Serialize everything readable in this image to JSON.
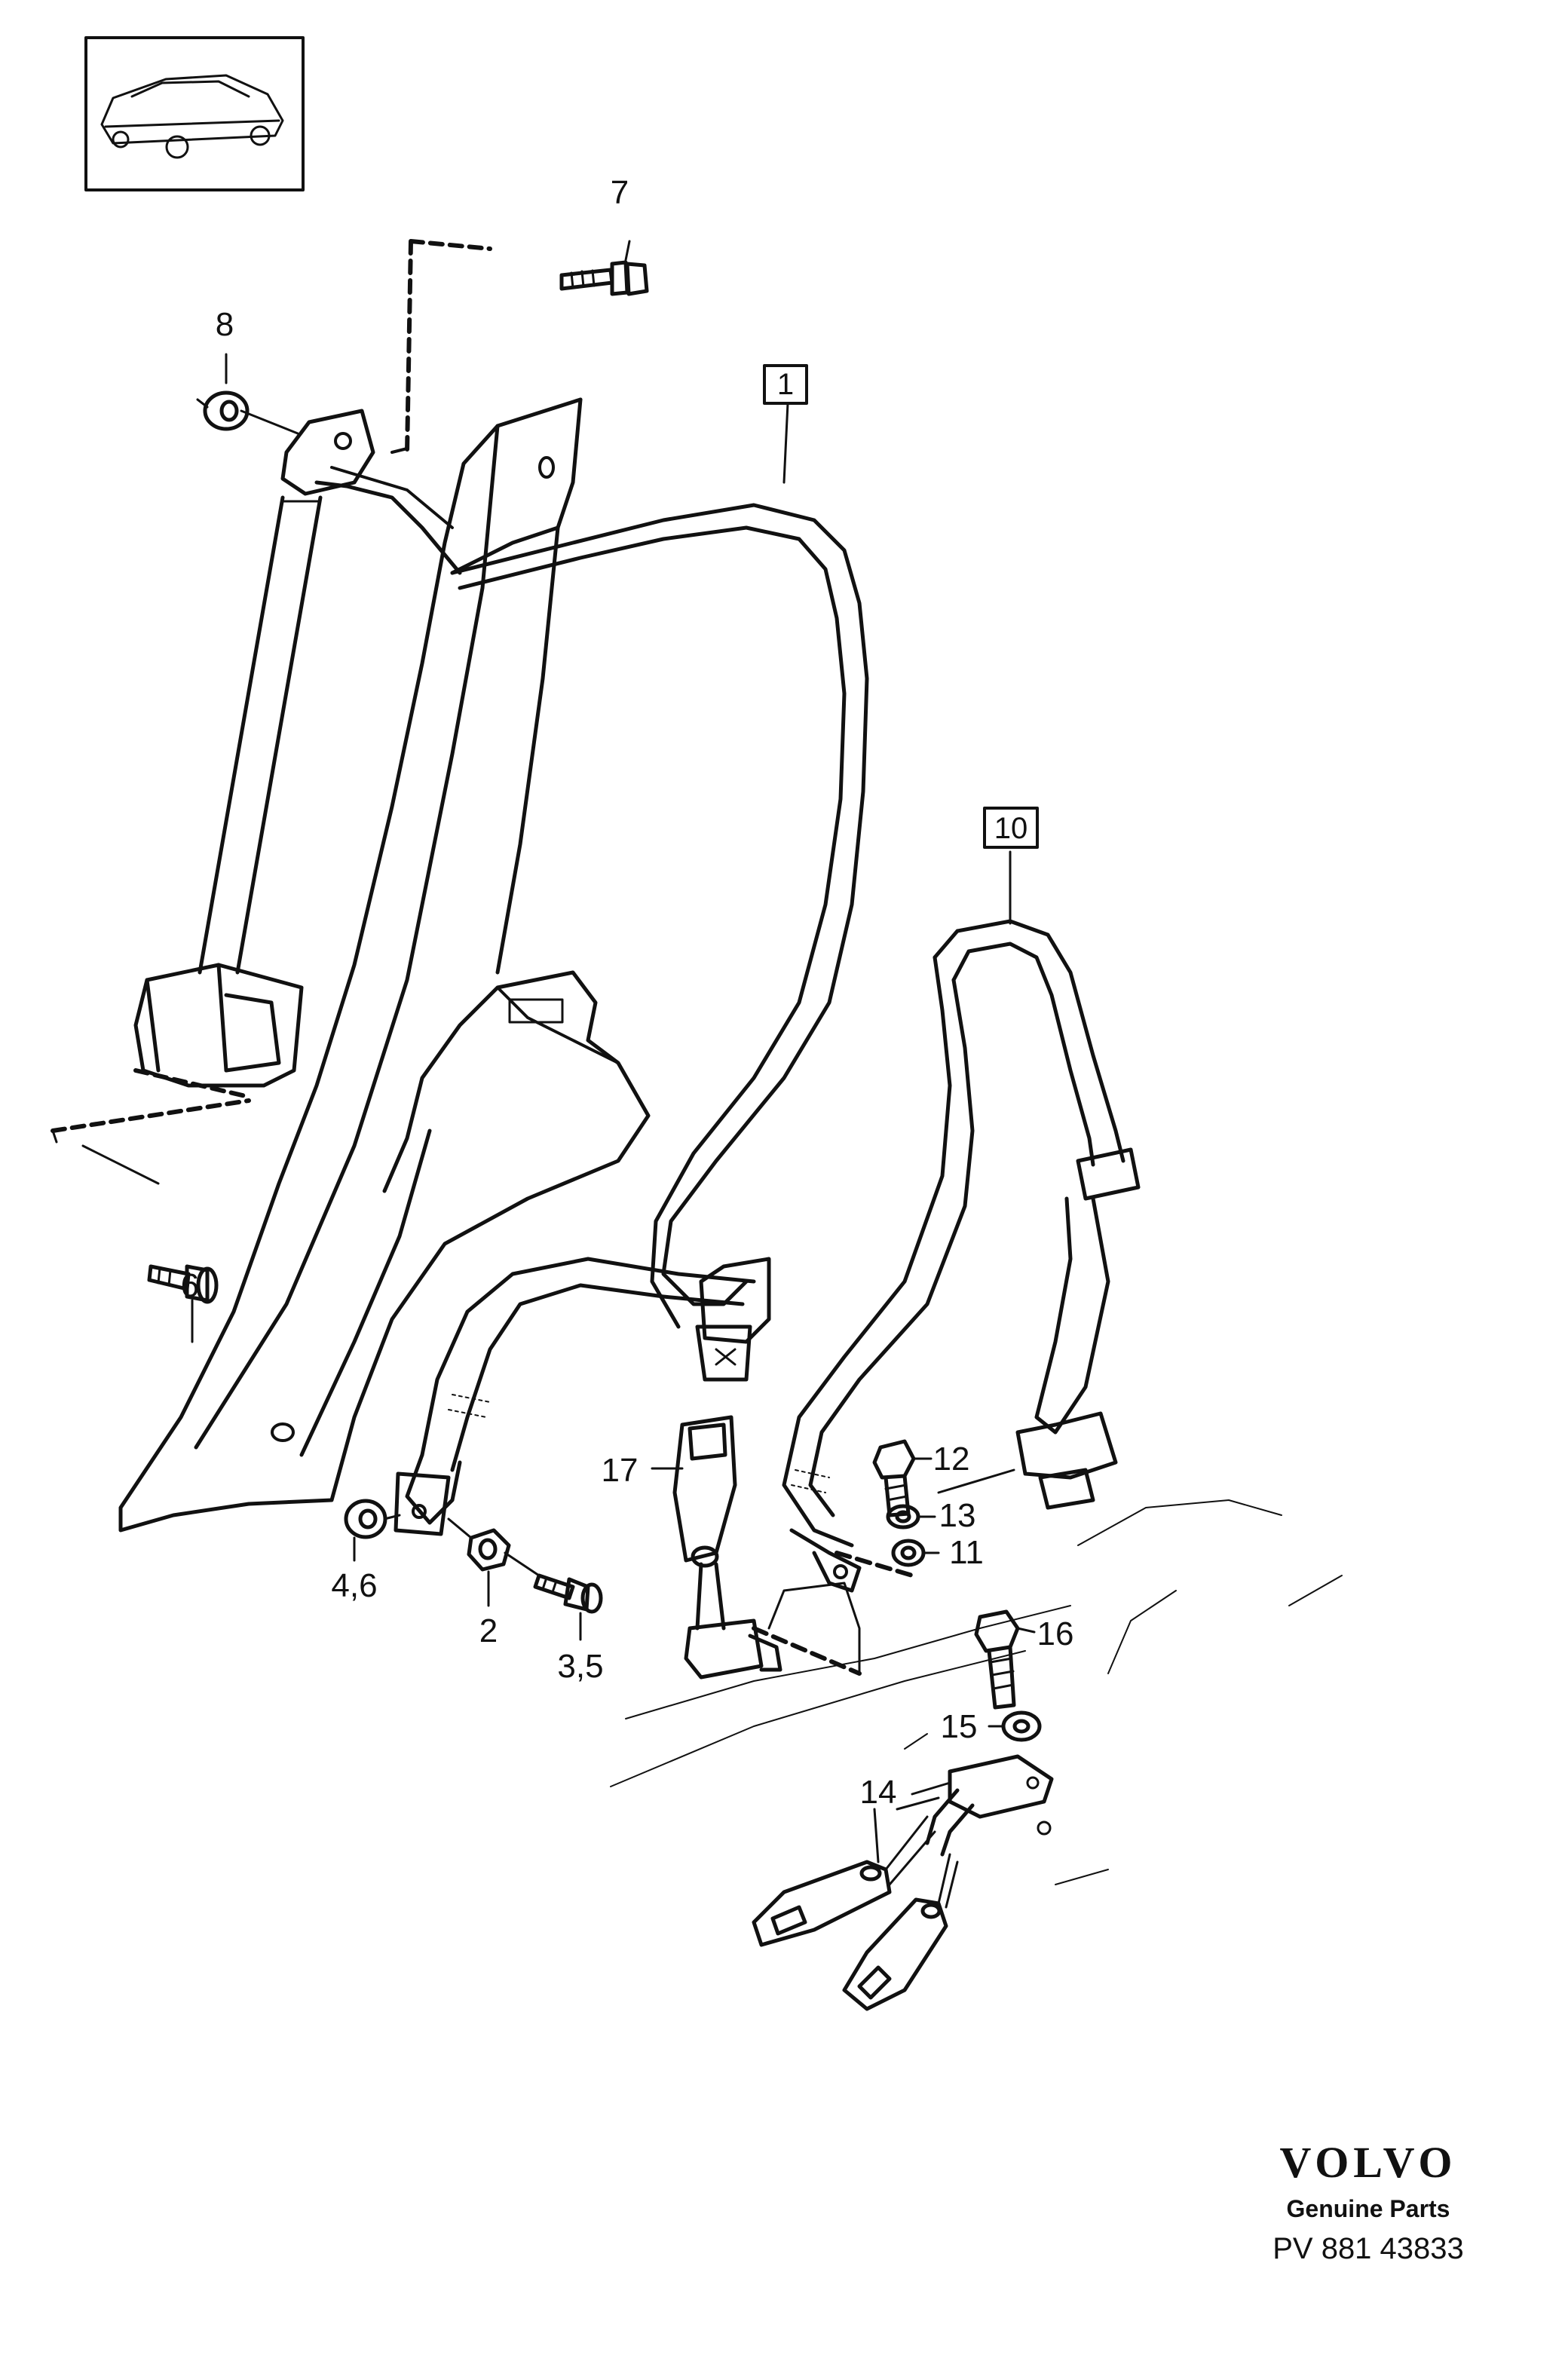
{
  "callouts": [
    {
      "id": "c7",
      "text": "7"
    },
    {
      "id": "c8",
      "text": "8"
    },
    {
      "id": "c1",
      "text": "1",
      "boxed": true
    },
    {
      "id": "c10",
      "text": "10",
      "boxed": true
    },
    {
      "id": "c9",
      "text": "9"
    },
    {
      "id": "c17",
      "text": "17"
    },
    {
      "id": "c12",
      "text": "12"
    },
    {
      "id": "c13",
      "text": "13"
    },
    {
      "id": "c11",
      "text": "11"
    },
    {
      "id": "c46",
      "text": "4,6"
    },
    {
      "id": "c2",
      "text": "2"
    },
    {
      "id": "c35",
      "text": "3,5"
    },
    {
      "id": "c16",
      "text": "16"
    },
    {
      "id": "c15",
      "text": "15"
    },
    {
      "id": "c14",
      "text": "14"
    }
  ],
  "brand": {
    "logo": "VOLVO",
    "subtitle": "Genuine Parts",
    "code": "PV 881 43833"
  },
  "icons": [
    "car-thumbnail-icon"
  ],
  "colors": {
    "ink": "#111111",
    "paper": "#ffffff"
  }
}
